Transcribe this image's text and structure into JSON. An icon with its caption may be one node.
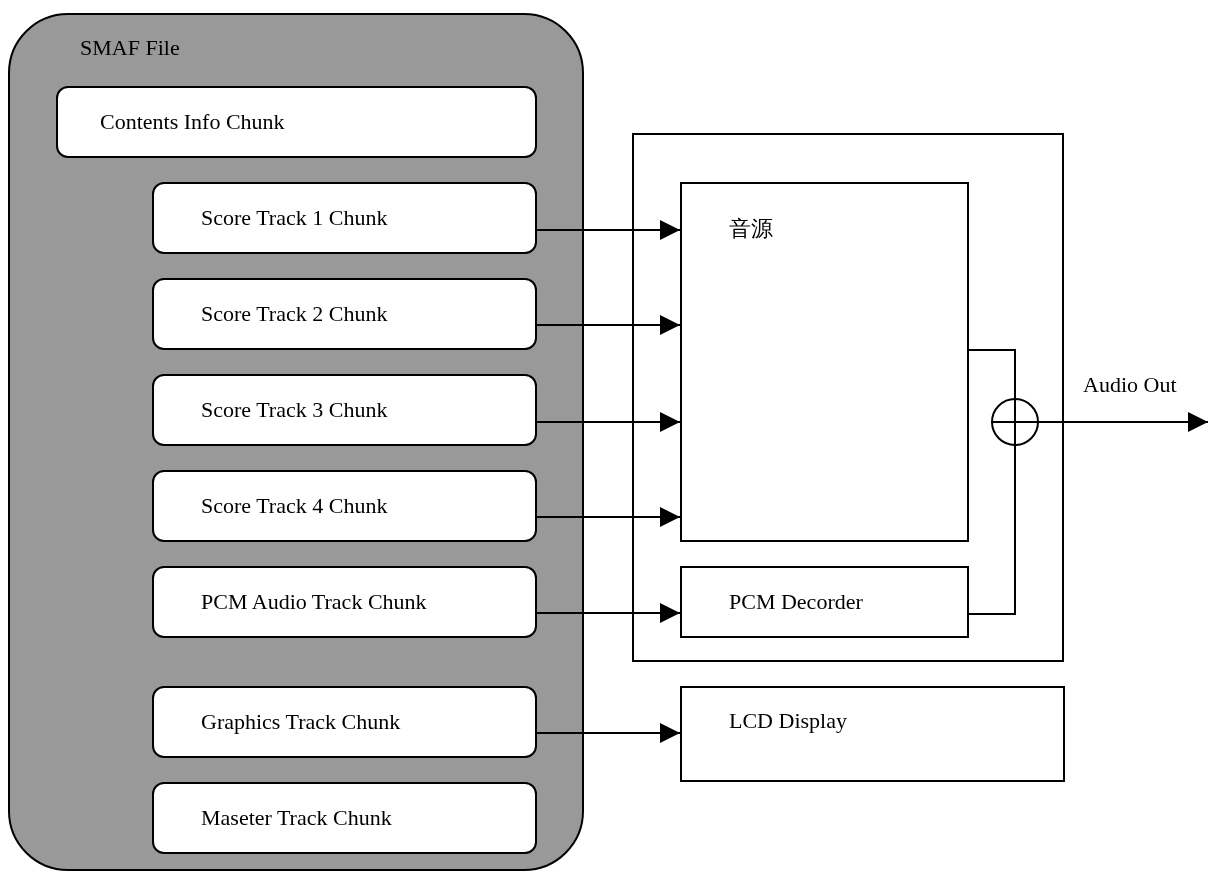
{
  "diagram": {
    "nodes": [
      {
        "text": [
          "SMAF File"
        ]
      },
      {
        "text": [
          "Contents Info Chunk"
        ],
        "in": 0
      },
      {
        "text": [
          "Score Track 1 Chunk"
        ],
        "in": 0
      },
      {
        "text": [
          "Score Track 2 Chunk"
        ],
        "in": 0
      },
      {
        "text": [
          "Score Track 3 Chunk"
        ],
        "in": 0
      },
      {
        "text": [
          "Score Track 4 Chunk"
        ],
        "in": 0
      },
      {
        "text": [
          "PCM Audio Track Chunk"
        ],
        "in": 0
      },
      {
        "text": [
          "Graphics Track Chunk"
        ],
        "in": 0
      },
      {
        "text": [
          "Maseter Track Chunk"
        ],
        "in": 0
      },
      {
        "text": [],
        "shape": "box"
      },
      {
        "text": [
          "音源"
        ],
        "in": 9
      },
      {
        "text": [
          "PCM Decorder"
        ],
        "in": 9
      },
      {
        "text": [],
        "shape": "circle",
        "in": 9
      },
      {
        "text": [
          "LCD Display"
        ]
      }
    ],
    "edges": [
      {
        "from": 2,
        "to": 10,
        "arrow": "to"
      },
      {
        "from": 3,
        "to": 10,
        "arrow": "to"
      },
      {
        "from": 4,
        "to": 10,
        "arrow": "to"
      },
      {
        "from": 5,
        "to": 10,
        "arrow": "to"
      },
      {
        "from": 6,
        "to": 11,
        "arrow": "to"
      },
      {
        "from": 7,
        "to": 13,
        "arrow": "to"
      },
      {
        "from": 10,
        "to": 12,
        "arrow": "none"
      },
      {
        "from": 11,
        "to": 12,
        "arrow": "none"
      },
      {
        "from": 12,
        "to": null,
        "arrow": "to",
        "label": "Audio Out"
      }
    ]
  }
}
